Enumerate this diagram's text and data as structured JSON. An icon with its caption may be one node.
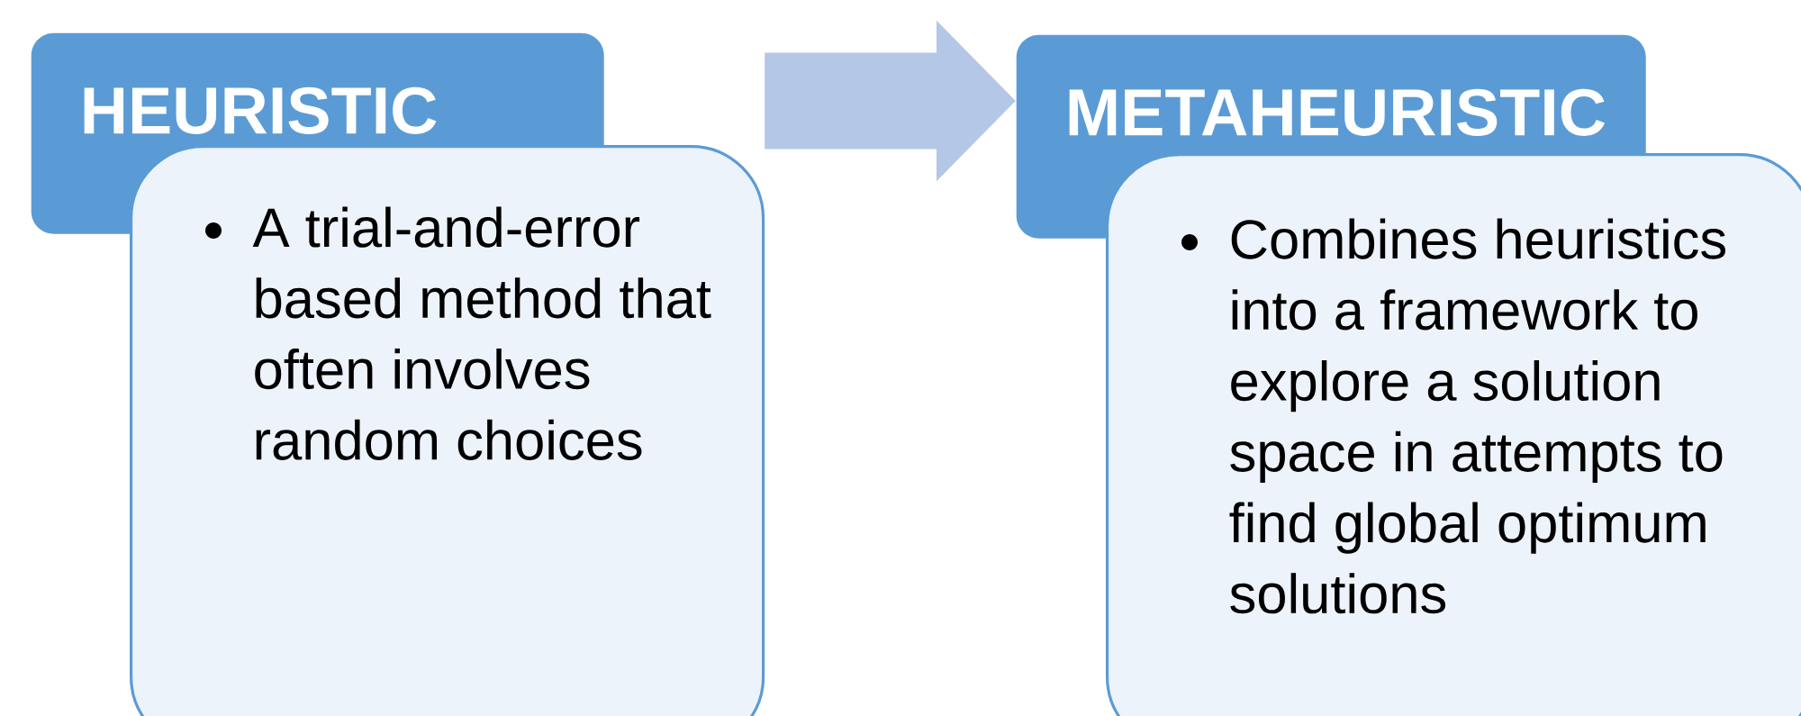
{
  "diagram": {
    "nodes": [
      {
        "text": [
          "HEURISTIC"
        ]
      },
      {
        "text": [
          "A trial-and-error based method that often involves random choices"
        ]
      },
      {
        "text": [
          "METAHEURISTIC"
        ]
      },
      {
        "text": [
          "Combines heuristics into a framework to explore a solution space in attempts to find global optimum solutions"
        ]
      }
    ],
    "edges": [
      {
        "from": 1,
        "to": 2,
        "arrow": "to"
      }
    ]
  }
}
